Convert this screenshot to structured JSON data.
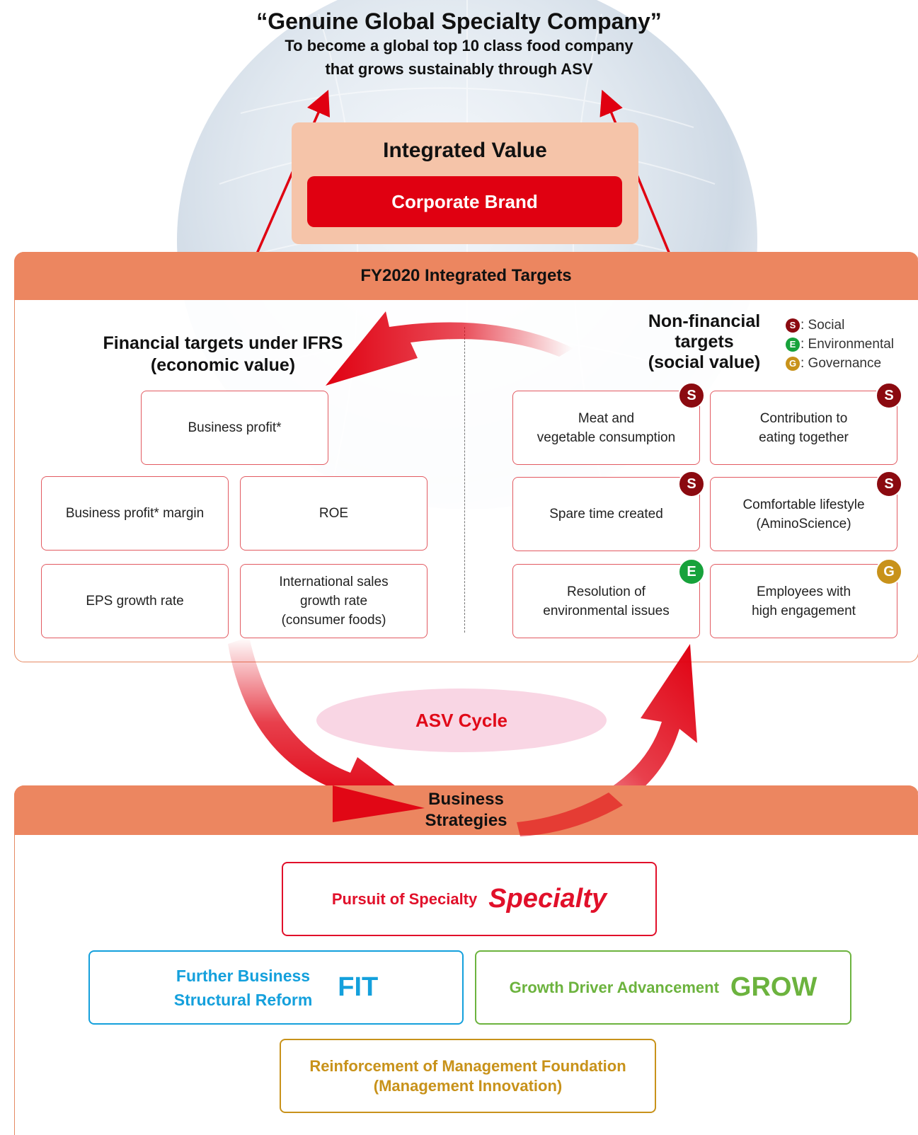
{
  "header": {
    "title": "“Genuine Global Specialty Company”",
    "subtitle_line1": "To become a global top 10 class food company",
    "subtitle_line2": "that grows sustainably through ASV"
  },
  "integrated_value": {
    "title": "Integrated Value",
    "corporate_brand": "Corporate Brand"
  },
  "targets_panel": {
    "title": "FY2020 Integrated Targets",
    "financial": {
      "title_line1": "Financial targets under IFRS",
      "title_line2": "(economic value)",
      "cards": [
        {
          "line1": "Business profit*",
          "line2": "",
          "line3": ""
        },
        {
          "line1": "Business profit* margin",
          "line2": "",
          "line3": ""
        },
        {
          "line1": "ROE",
          "line2": "",
          "line3": ""
        },
        {
          "line1": "EPS growth rate",
          "line2": "",
          "line3": ""
        },
        {
          "line1": "International sales",
          "line2": "growth rate",
          "line3": "(consumer foods)"
        }
      ]
    },
    "non_financial": {
      "title_line1": "Non-financial",
      "title_line2": "targets",
      "title_line3": "(social value)",
      "legend": [
        {
          "badge": "S",
          "label": ": Social"
        },
        {
          "badge": "E",
          "label": ": Environmental"
        },
        {
          "badge": "G",
          "label": ": Governance"
        }
      ],
      "cards": [
        {
          "badge": "S",
          "line1": "Meat and",
          "line2": "vegetable consumption"
        },
        {
          "badge": "S",
          "line1": "Contribution to",
          "line2": "eating together"
        },
        {
          "badge": "S",
          "line1": "Spare time created",
          "line2": ""
        },
        {
          "badge": "S",
          "line1": "Comfortable lifestyle",
          "line2": "(AminoScience)"
        },
        {
          "badge": "E",
          "line1": "Resolution of",
          "line2": "environmental issues"
        },
        {
          "badge": "G",
          "line1": "Employees with",
          "line2": "high engagement"
        }
      ]
    }
  },
  "cycle": {
    "label": "ASV Cycle"
  },
  "strategies_panel": {
    "title_line1": "Business",
    "title_line2": "Strategies",
    "specialty": {
      "text": "Pursuit of Specialty",
      "keyword": "Specialty"
    },
    "fit": {
      "text_line1": "Further Business",
      "text_line2": "Structural Reform",
      "keyword": "FIT"
    },
    "grow": {
      "text": "Growth Driver Advancement",
      "keyword": "GROW"
    },
    "foundation": {
      "line1": "Reinforcement of Management Foundation",
      "line2": "(Management Innovation)"
    }
  },
  "colors": {
    "red": "#e00011",
    "salmon": "#ec8660",
    "specialty": "#e1102a",
    "fit": "#14a0dc",
    "grow": "#6cb33e",
    "foundation": "#c8921a",
    "social": "#8b0a10",
    "environmental": "#17a23b",
    "governance": "#c8921a"
  }
}
